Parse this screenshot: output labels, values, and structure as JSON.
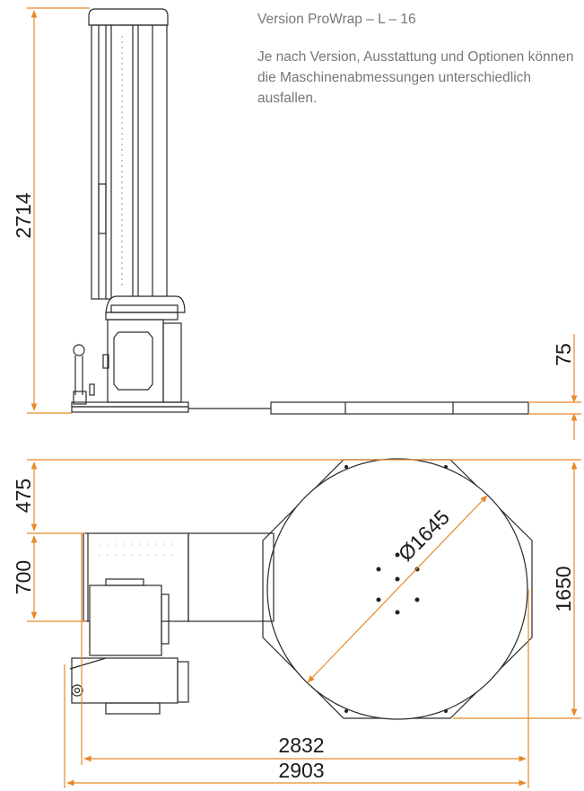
{
  "notes": {
    "version": "Version ProWrap – L – 16",
    "description": "Je nach Version, Ausstattung und Optionen können die Maschinen­abmessungen unterschiedlich ausfallen."
  },
  "dimensions": {
    "total_height": "2714",
    "turntable_height": "75",
    "depth_top_offset": "475",
    "depth_base": "700",
    "turntable_depth": "1650",
    "turntable_diameter": "Ø1645",
    "length_inner": "2832",
    "length_total": "2903"
  },
  "colors": {
    "dimension_line": "#e8892a",
    "machine_line": "#2a2a2a",
    "note_text": "#777777"
  }
}
